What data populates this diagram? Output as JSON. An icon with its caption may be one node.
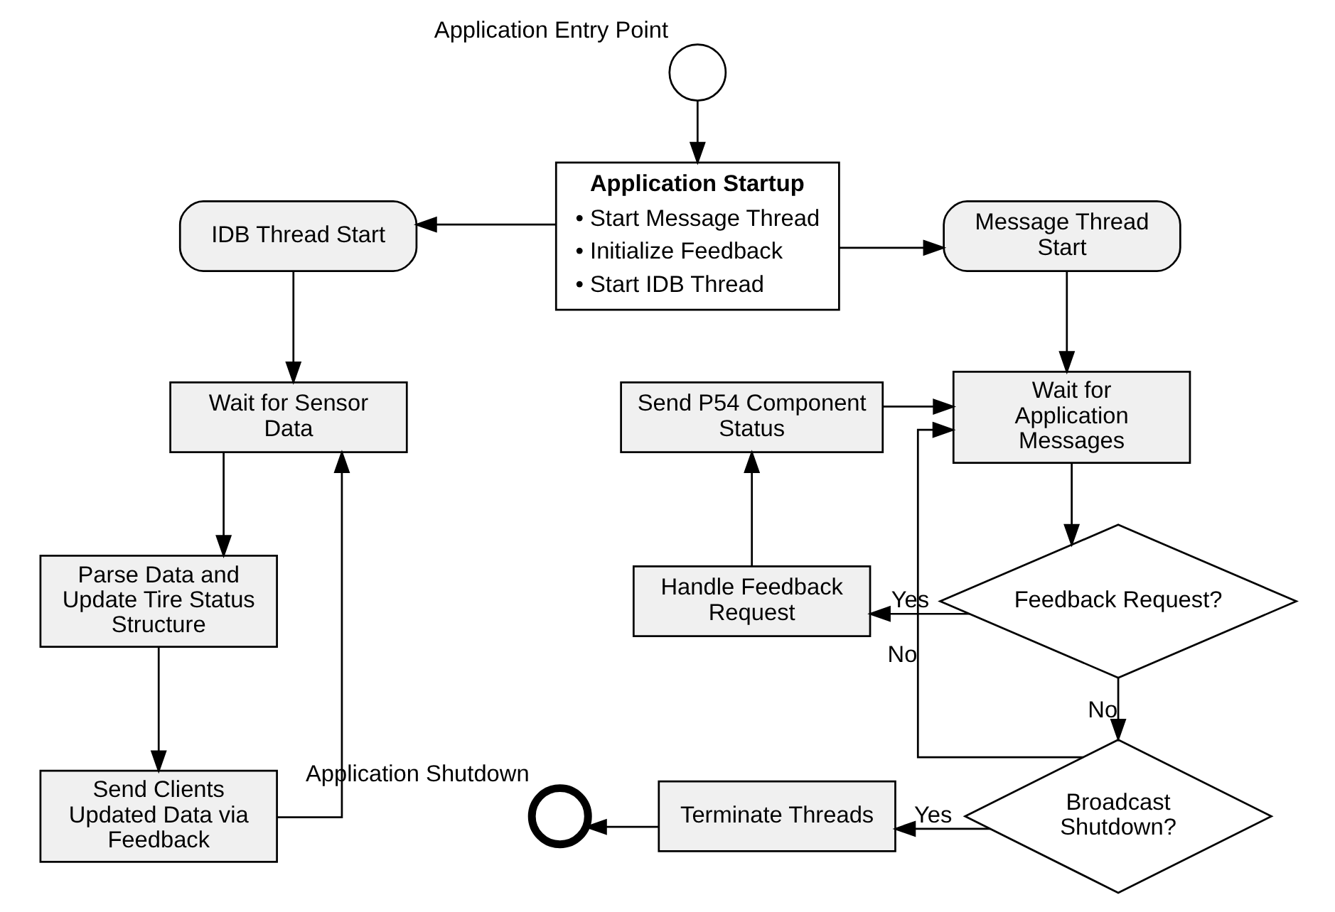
{
  "diagram": {
    "nodes": [
      {
        "text": [],
        "shape": "circle",
        "beside": [
          "Application Entry Point"
        ]
      },
      {
        "text": [
          "Application Startup",
          "• Start Message Thread",
          "• Initialize Feedback",
          "• Start IDB Thread"
        ]
      },
      {
        "text": [
          "IDB Thread Start"
        ]
      },
      {
        "text": [
          "Message Thread Start"
        ]
      },
      {
        "text": [
          "Wait for Sensor Data"
        ]
      },
      {
        "text": [
          "Send P54 Component Status"
        ]
      },
      {
        "text": [
          "Wait for Application Messages"
        ]
      },
      {
        "text": [
          "Parse Data and Update Tire Status Structure"
        ]
      },
      {
        "text": [
          "Handle Feedback Request"
        ]
      },
      {
        "text": [
          "Feedback Request?"
        ]
      },
      {
        "text": [
          "Send Clients Updated Data via Feedback"
        ]
      },
      {
        "text": [
          "Terminate Threads"
        ]
      },
      {
        "text": [
          "Broadcast Shutdown?"
        ]
      },
      {
        "text": [],
        "shape": "circle",
        "beside": [
          "Application Shutdown"
        ]
      }
    ],
    "edges": [
      {
        "from": 0,
        "to": 1,
        "arrow": "to"
      },
      {
        "from": 1,
        "to": 2,
        "arrow": "to"
      },
      {
        "from": 1,
        "to": 3,
        "arrow": "to"
      },
      {
        "from": 2,
        "to": 4,
        "arrow": "to"
      },
      {
        "from": 4,
        "to": 7,
        "arrow": "to"
      },
      {
        "from": 7,
        "to": 10,
        "arrow": "to"
      },
      {
        "from": 10,
        "to": 4,
        "arrow": "to"
      },
      {
        "from": 3,
        "to": 6,
        "arrow": "to"
      },
      {
        "from": 5,
        "to": 6,
        "arrow": "to"
      },
      {
        "from": 6,
        "to": 9,
        "arrow": "to"
      },
      {
        "from": 9,
        "to": 8,
        "arrow": "to",
        "label": "Yes"
      },
      {
        "from": 8,
        "to": 5,
        "arrow": "to"
      },
      {
        "from": 9,
        "to": 12,
        "arrow": "to",
        "label": "No"
      },
      {
        "from": 12,
        "to": 6,
        "arrow": "to",
        "label": "No"
      },
      {
        "from": 12,
        "to": 11,
        "arrow": "to",
        "label": "Yes"
      },
      {
        "from": 11,
        "to": 13,
        "arrow": "to"
      }
    ]
  }
}
